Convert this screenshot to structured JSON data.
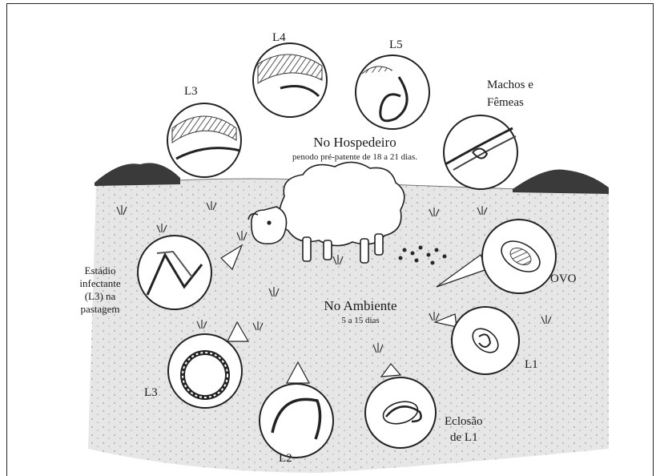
{
  "host": {
    "title": "No Hospedeiro",
    "subtitle": "penodo pré-patente de 18 a 21 dias."
  },
  "environment": {
    "title": "No Ambiente",
    "subtitle": "5 a 15 dias"
  },
  "stages": {
    "l4": "L4",
    "l5": "L5",
    "l3_host": "L3",
    "adults_line1": "Machos e",
    "adults_line2": "Fêmeas",
    "egg": "OVO",
    "l1": "L1",
    "hatch_line1": "Eclosão",
    "hatch_line2": "de L1",
    "l2": "L2",
    "l3_env": "L3",
    "infective_line1": "Estádio",
    "infective_line2": "infectante",
    "infective_line3": "(L3) na",
    "infective_line4": "pastagem"
  },
  "colors": {
    "ink": "#1a1a1a",
    "ground": "#d9d9d9",
    "hill": "#3a3a3a"
  }
}
